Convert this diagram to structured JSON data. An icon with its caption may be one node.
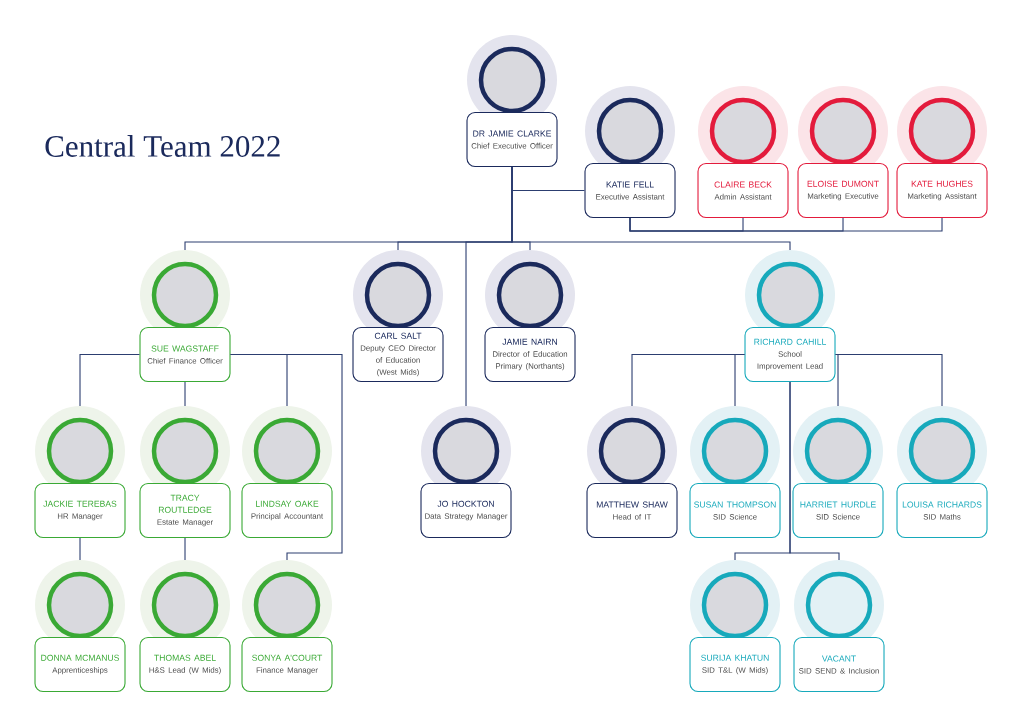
{
  "diagram": {
    "title": "Central Team 2022",
    "nodes": [
      {
        "text": [
          "DR JAMIE CLARKE",
          "Chief Executive Officer"
        ]
      },
      {
        "text": [
          "KATIE FELL",
          "Executive Assistant"
        ]
      },
      {
        "text": [
          "CLAIRE BECK",
          "Admin Assistant"
        ]
      },
      {
        "text": [
          "ELOISE DUMONT",
          "Marketing Executive"
        ]
      },
      {
        "text": [
          "KATE HUGHES",
          "Marketing Assistant"
        ]
      },
      {
        "text": [
          "SUE WAGSTAFF",
          "Chief Finance Officer"
        ]
      },
      {
        "text": [
          "CARL SALT",
          "Deputy CEO Director of Education (West Mids)"
        ]
      },
      {
        "text": [
          "JAMIE NAIRN",
          "Director of Education Primary (Northants)"
        ]
      },
      {
        "text": [
          "JO HOCKTON",
          "Data Strategy Manager"
        ]
      },
      {
        "text": [
          "RICHARD CAHILL",
          "School Improvement Lead"
        ]
      },
      {
        "text": [
          "JACKIE TEREBAS",
          "HR Manager"
        ]
      },
      {
        "text": [
          "TRACY ROUTLEDGE",
          "Estate Manager"
        ]
      },
      {
        "text": [
          "LINDSAY OAKE",
          "Principal Accountant"
        ]
      },
      {
        "text": [
          "MATTHEW SHAW",
          "Head of IT"
        ]
      },
      {
        "text": [
          "SUSAN THOMPSON",
          "SID Science"
        ]
      },
      {
        "text": [
          "HARRIET HURDLE",
          "SID Science"
        ]
      },
      {
        "text": [
          "LOUISA RICHARDS",
          "SID Maths"
        ]
      },
      {
        "text": [
          "DONNA MCMANUS",
          "Apprenticeships"
        ]
      },
      {
        "text": [
          "THOMAS ABEL",
          "H&S Lead (W Mids)"
        ]
      },
      {
        "text": [
          "SONYA A'COURT",
          "Finance Manager"
        ]
      },
      {
        "text": [
          "SURIJA KHATUN",
          "SID T&L (W Mids)"
        ]
      },
      {
        "text": [
          "VACANT",
          "SID SEND & Inclusion"
        ]
      }
    ],
    "edges": [
      {
        "from": 0,
        "to": 1,
        "arrow": "none"
      },
      {
        "from": 1,
        "to": 2,
        "arrow": "none"
      },
      {
        "from": 1,
        "to": 3,
        "arrow": "none"
      },
      {
        "from": 1,
        "to": 4,
        "arrow": "none"
      },
      {
        "from": 0,
        "to": 5,
        "arrow": "none"
      },
      {
        "from": 0,
        "to": 6,
        "arrow": "none"
      },
      {
        "from": 0,
        "to": 8,
        "arrow": "none"
      },
      {
        "from": 0,
        "to": 7,
        "arrow": "none"
      },
      {
        "from": 0,
        "to": 9,
        "arrow": "none"
      },
      {
        "from": 5,
        "to": 10,
        "arrow": "none"
      },
      {
        "from": 5,
        "to": 11,
        "arrow": "none"
      },
      {
        "from": 5,
        "to": 12,
        "arrow": "none"
      },
      {
        "from": 5,
        "to": 19,
        "arrow": "none"
      },
      {
        "from": 10,
        "to": 17,
        "arrow": "none"
      },
      {
        "from": 11,
        "to": 18,
        "arrow": "none"
      },
      {
        "from": 9,
        "to": 13,
        "arrow": "none"
      },
      {
        "from": 9,
        "to": 14,
        "arrow": "none"
      },
      {
        "from": 9,
        "to": 15,
        "arrow": "none"
      },
      {
        "from": 9,
        "to": 16,
        "arrow": "none"
      },
      {
        "from": 9,
        "to": 20,
        "arrow": "none"
      },
      {
        "from": 9,
        "to": 21,
        "arrow": "none"
      }
    ]
  }
}
